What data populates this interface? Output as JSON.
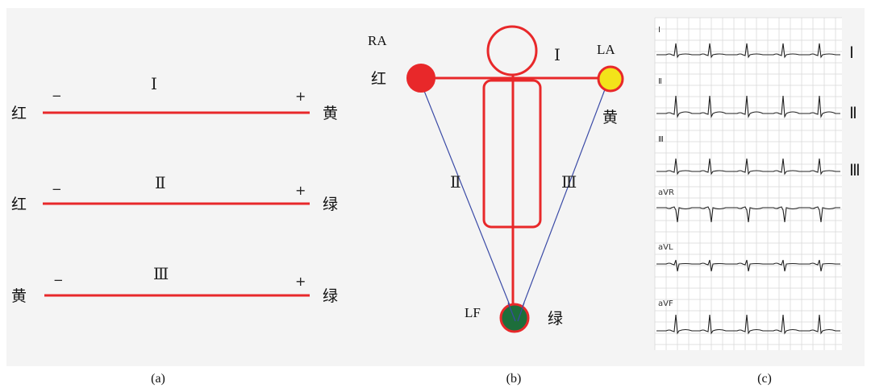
{
  "colors": {
    "background": "#f4f4f4",
    "lead_line": "#e8282a",
    "red_electrode": "#e8282a",
    "yellow_electrode": "#f3e31a",
    "green_electrode": "#1d6e3b",
    "vector_line": "#3a4aa6",
    "ecg_grid": "#d9d9d9",
    "ecg_trace": "#222222"
  },
  "panel_a": {
    "caption": "(a)",
    "leads": [
      {
        "roman": "Ⅰ",
        "left_label": "红",
        "right_label": "黄",
        "minus": "−",
        "plus": "+"
      },
      {
        "roman": "Ⅱ",
        "left_label": "红",
        "right_label": "绿",
        "minus": "−",
        "plus": "+"
      },
      {
        "roman": "Ⅲ",
        "left_label": "黄",
        "right_label": "绿",
        "minus": "−",
        "plus": "+"
      }
    ]
  },
  "panel_b": {
    "caption": "(b)",
    "ra": {
      "abbr": "RA",
      "color_label": "红"
    },
    "la": {
      "abbr": "LA",
      "color_label": "黄"
    },
    "lf": {
      "abbr": "LF",
      "color_label": "绿"
    },
    "lead_labels": {
      "I": "Ⅰ",
      "II": "Ⅱ",
      "III": "Ⅲ"
    }
  },
  "panel_c": {
    "caption": "(c)",
    "strips": [
      {
        "tag": "I",
        "side": "Ⅰ"
      },
      {
        "tag": "Ⅱ",
        "side": "Ⅱ"
      },
      {
        "tag": "Ⅲ",
        "side": "Ⅲ"
      },
      {
        "tag": "aVR",
        "side": ""
      },
      {
        "tag": "aVL",
        "side": ""
      },
      {
        "tag": "aVF",
        "side": ""
      }
    ]
  }
}
